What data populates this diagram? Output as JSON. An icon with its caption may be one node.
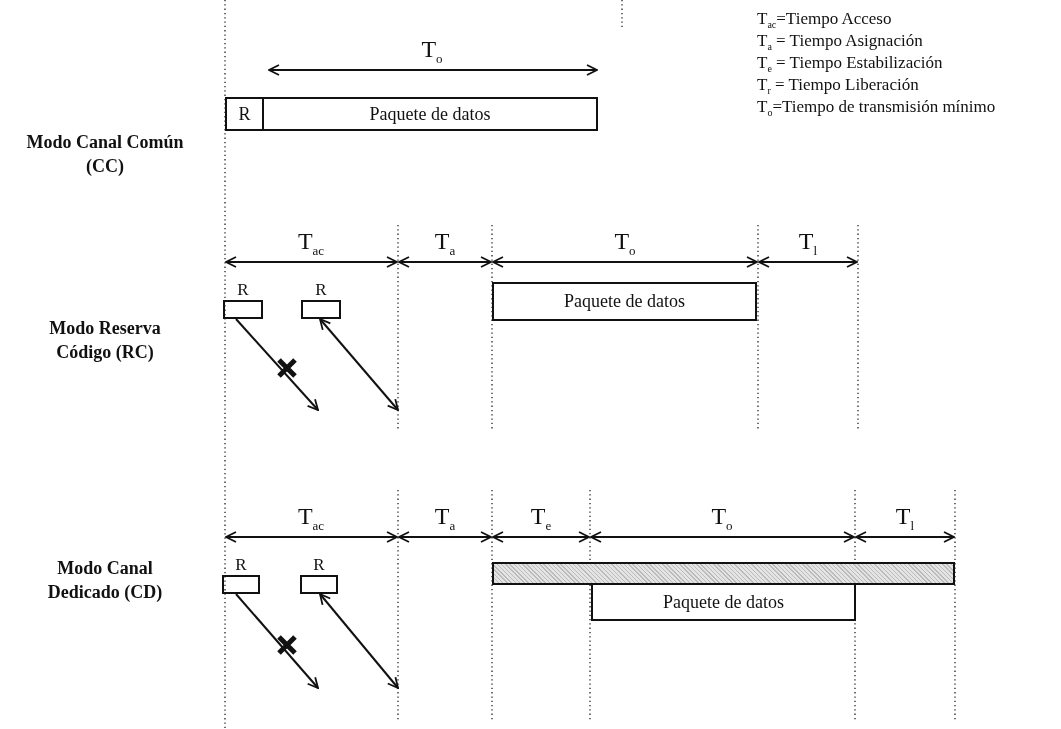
{
  "diagram": {
    "nodes": [
      {
        "text": [
          "R"
        ]
      },
      {
        "text": [
          "Paquete de datos"
        ]
      },
      {
        "text": [
          "R"
        ]
      },
      {
        "text": [
          "R"
        ]
      },
      {
        "text": [
          "Paquete de datos"
        ]
      },
      {
        "text": [
          "R"
        ]
      },
      {
        "text": [
          "R"
        ]
      },
      {
        "text": [],
        "shape": "bar"
      },
      {
        "text": [
          "Paquete de datos"
        ]
      }
    ],
    "edges": [
      {
        "from": 2,
        "to": null,
        "arrow": "to"
      },
      {
        "from": 3,
        "to": null,
        "arrow": "both"
      },
      {
        "from": 5,
        "to": null,
        "arrow": "to"
      },
      {
        "from": 6,
        "to": null,
        "arrow": "both"
      }
    ],
    "labels": [
      "T$_{o}$",
      "T$_{ac}$=Tiempo Acceso",
      "T$_{a}$ = Tiempo Asignación",
      "T$_{e}$ = Tiempo Estabilización",
      "T$_{r}$ = Tiempo Liberación",
      "T$_{o}$=Tiempo de transmisión mínimo",
      "Modo Canal Común (CC)",
      "T$_{ac}$",
      "T$_{a}$",
      "T$_{o}$",
      "T$_{l}$",
      "Modo Reserva Código (RC)",
      "T$_{ac}$",
      "T$_{a}$",
      "T$_{e}$",
      "T$_{o}$",
      "T$_{l}$",
      "Modo Canal Dedicado (CD)"
    ]
  }
}
